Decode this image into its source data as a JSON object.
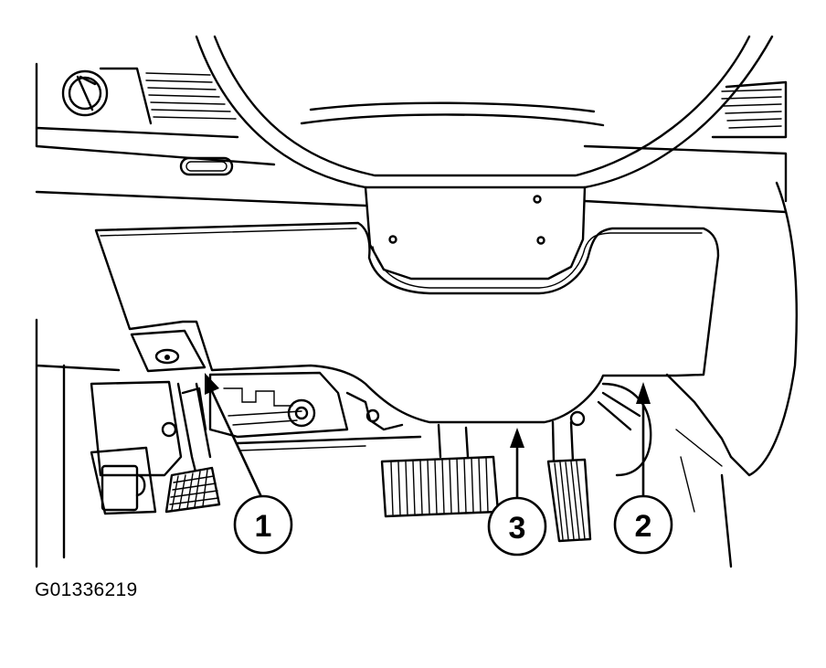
{
  "figure": {
    "id_label": "G01336219"
  },
  "callouts": [
    {
      "number": "1"
    },
    {
      "number": "2"
    },
    {
      "number": "3"
    }
  ]
}
